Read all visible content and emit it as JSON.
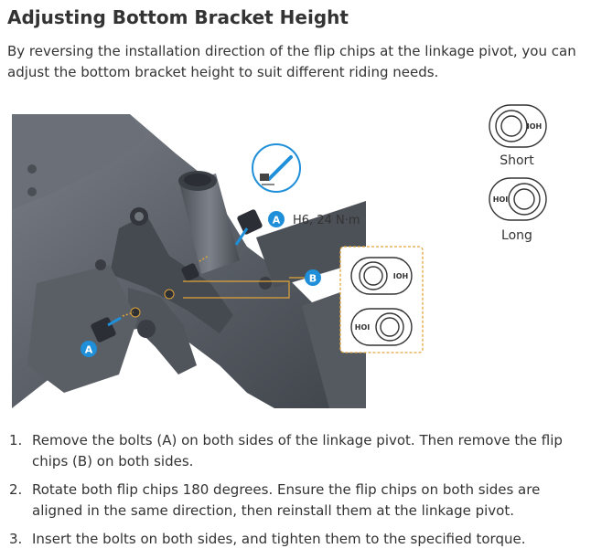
{
  "title": "Adjusting Bottom Bracket Height",
  "intro": "By reversing the installation direction of the flip chips at the linkage pivot, you can adjust the bottom bracket height to suit different riding needs.",
  "figure": {
    "callout_a": "A",
    "callout_b": "B",
    "torque_label": "H6, 24 N·m",
    "chip_label_left": "HOI",
    "chip_label_right": "IOH",
    "short_label": "Short",
    "long_label": "Long",
    "accent_color": "#1e8fd8",
    "frame_color": "#5b6068",
    "highlight_color": "#e0a33a"
  },
  "steps": [
    {
      "num": "1.",
      "text": "Remove the bolts (A) on both sides of the linkage pivot. Then remove the flip chips (B) on both sides."
    },
    {
      "num": "2.",
      "text": "Rotate both flip chips 180 degrees. Ensure the flip chips on both sides are aligned in the same direction, then reinstall them at the linkage pivot."
    },
    {
      "num": "3.",
      "text": "Insert the bolts on both sides, and tighten them to the specified torque."
    }
  ]
}
